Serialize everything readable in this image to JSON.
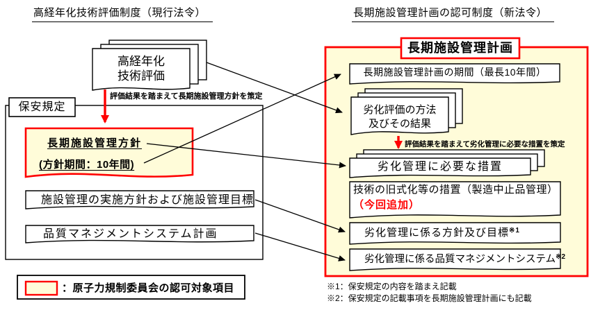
{
  "colors": {
    "highlight_yellow": "#FFFCD9",
    "approval_red": "#FF0000",
    "line_black": "#000000"
  },
  "left_section": {
    "title": "高経年化技術評価制度（現行法令）",
    "aging_eval_doc": {
      "line1": "高経年化",
      "line2": "技術評価"
    },
    "red_arrow_label": "評価結果を踏まえて長期施設管理方針を策定",
    "container_label": "保安規定",
    "policy_doc": {
      "title": "長期施設管理方針",
      "period": "(方針期間：10年間)"
    },
    "facility_mgmt_box": "施設管理の実施方針および施設管理目標",
    "qms_plan_box": "品質マネジメントシステム計画",
    "legend_label": "：原子力規制委員会の認可対象項目"
  },
  "right_section": {
    "title": "長期施設管理計画の認可制度（新法令）",
    "plan_header": "長期施設管理計画",
    "period_box": "長期施設管理計画の期間（最長10年間）",
    "degradation_eval_doc": {
      "line1": "劣化評価の方法",
      "line2": "及びその結果"
    },
    "red_arrow_label": "評価結果を踏まえて劣化管理に必要な措置を策定",
    "measures_box": "劣化管理に必要な措置",
    "obsolescence_box": {
      "line1": "技術の旧式化等の措置（製造中止品管理）",
      "line2": "（今回追加）"
    },
    "policy_target_box": {
      "text": "劣化管理に係る方針及び目標",
      "note": "※1"
    },
    "qms_box": {
      "text": "劣化管理に係る品質マネジメントシステム",
      "note": "※2"
    },
    "footnote1": "※1：保安規定の内容を踏まえ記載",
    "footnote2": "※2：保安規定の記載事項を長期施設管理計画にも記載"
  }
}
